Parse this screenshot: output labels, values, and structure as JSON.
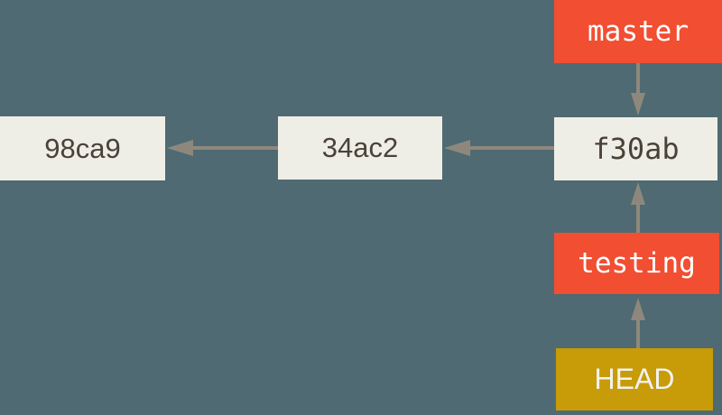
{
  "colors": {
    "background": "#4f6a72",
    "commit_box": "#efeee6",
    "commit_text": "#4a4238",
    "branch_box": "#f14e32",
    "branch_text": "#ffffff",
    "head_box": "#c89c08",
    "head_text": "#f2f2f2",
    "arrow": "#8e887c"
  },
  "diagram": {
    "commits": [
      {
        "id": "98ca9"
      },
      {
        "id": "34ac2"
      },
      {
        "id": "f30ab"
      }
    ],
    "branch_labels": [
      {
        "label": "master"
      },
      {
        "label": "testing"
      }
    ],
    "head_label": {
      "label": "HEAD"
    }
  }
}
